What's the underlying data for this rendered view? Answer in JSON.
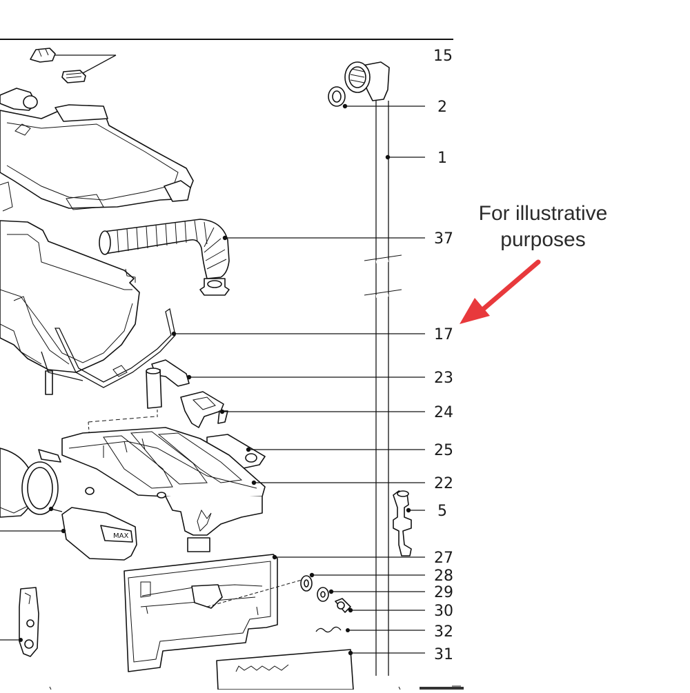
{
  "diagram": {
    "callouts": [
      {
        "id": "15",
        "label": "15"
      },
      {
        "id": "2",
        "label": "2"
      },
      {
        "id": "1",
        "label": "1"
      },
      {
        "id": "37",
        "label": "37"
      },
      {
        "id": "17",
        "label": "17"
      },
      {
        "id": "23",
        "label": "23"
      },
      {
        "id": "24",
        "label": "24"
      },
      {
        "id": "25",
        "label": "25"
      },
      {
        "id": "22",
        "label": "22"
      },
      {
        "id": "5",
        "label": "5"
      },
      {
        "id": "27",
        "label": "27"
      },
      {
        "id": "28",
        "label": "28"
      },
      {
        "id": "29",
        "label": "29"
      },
      {
        "id": "30",
        "label": "30"
      },
      {
        "id": "32",
        "label": "32"
      },
      {
        "id": "31",
        "label": "31"
      }
    ],
    "note": {
      "line1": "For illustrative",
      "line2": "purposes",
      "arrow_color": "#e8393c"
    },
    "container_label": "MAX"
  }
}
